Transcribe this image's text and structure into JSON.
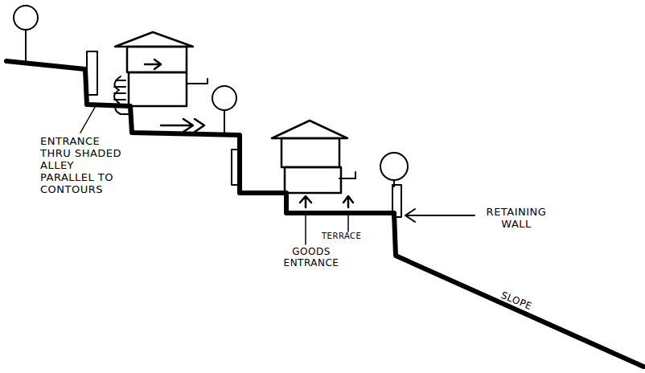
{
  "diagram": {
    "labels": [
      "ENTRANCE THRU SHADED ALLEY PARALLEL TO CONTOURS",
      "RETAINING WALL",
      "TERRACE",
      "GOODS ENTRANCE",
      "SLOPE"
    ]
  }
}
